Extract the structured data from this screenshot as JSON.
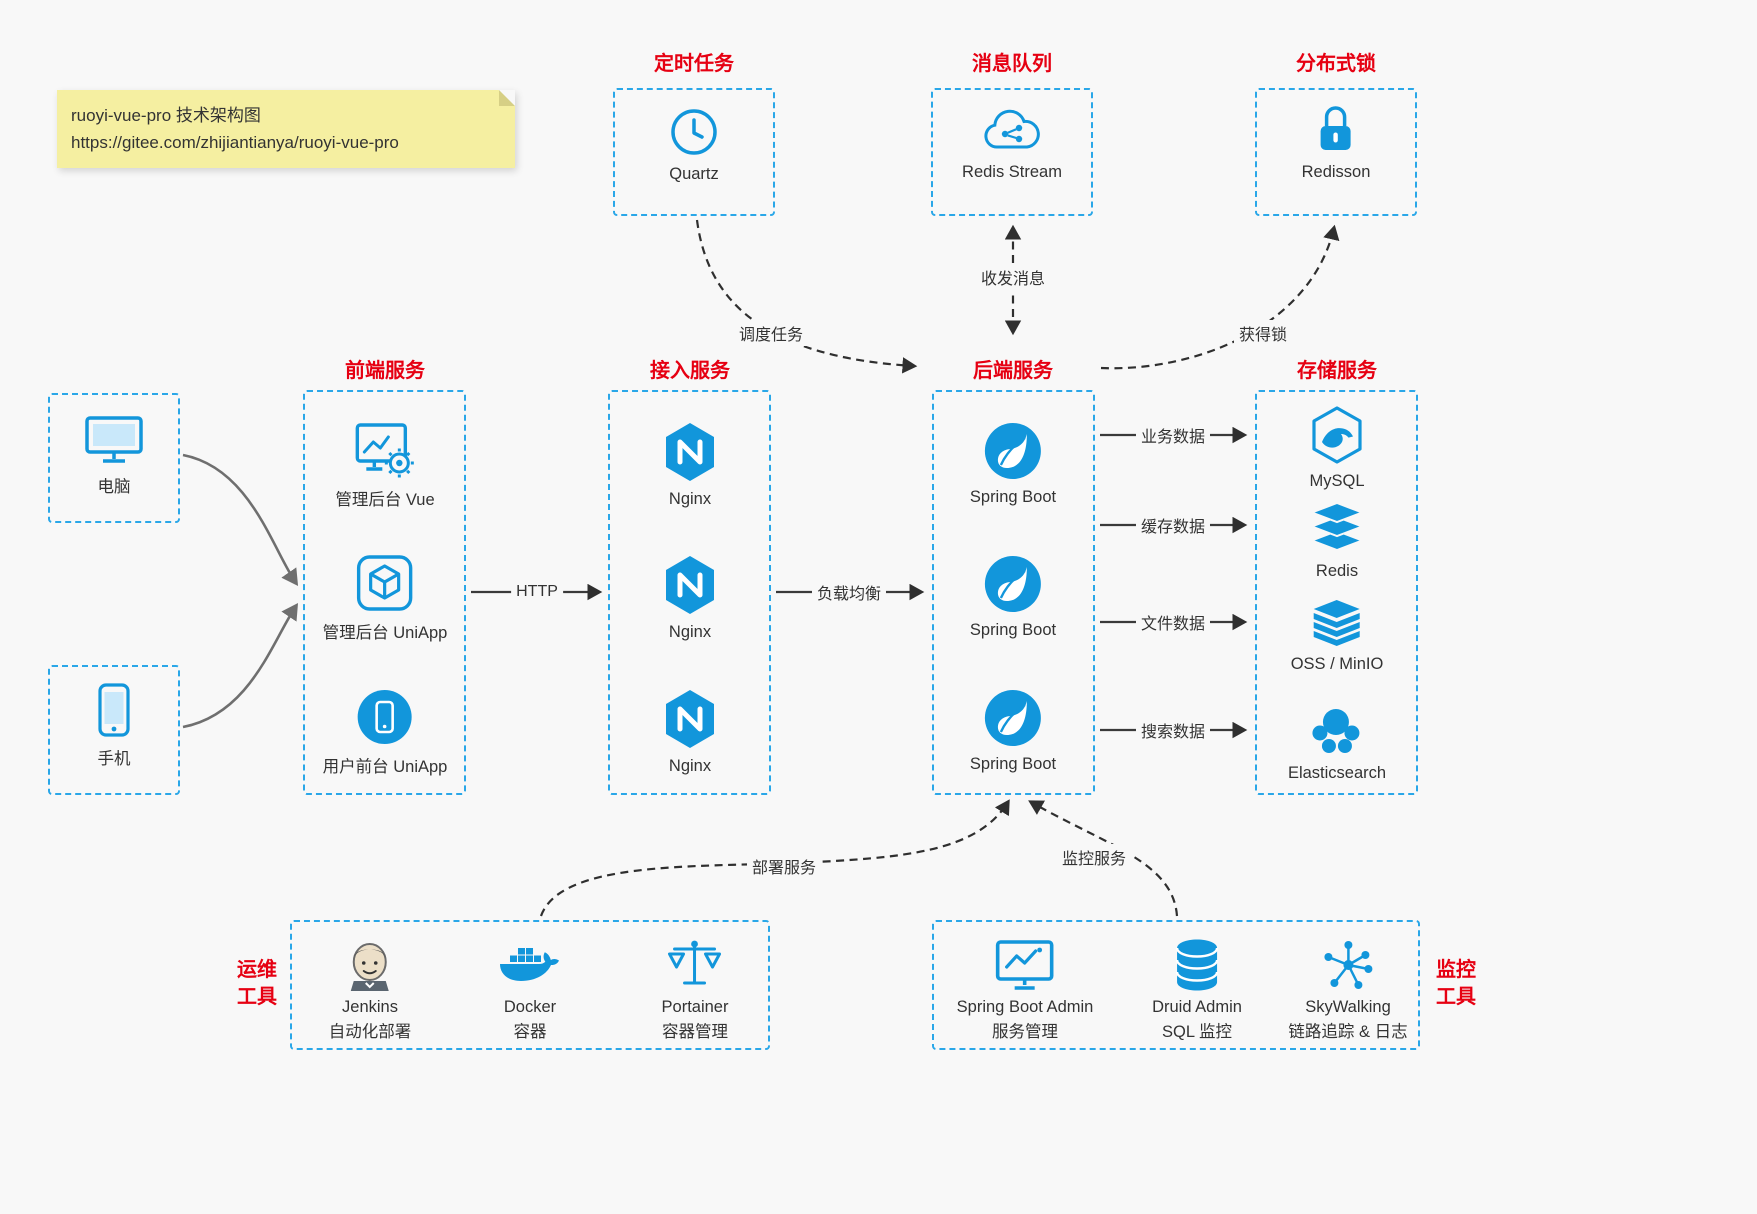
{
  "colors": {
    "accent": "#1296db",
    "box_border": "#2aa7e8",
    "title_red": "#e60012",
    "background": "#f8f8f8",
    "note_bg": "#f5efa1"
  },
  "note": {
    "line1": "ruoyi-vue-pro 技术架构图",
    "line2": "https://gitee.com/zhijiantianya/ruoyi-vue-pro"
  },
  "top_groups": [
    {
      "title": "定时任务",
      "icon": "clock-icon",
      "label": "Quartz"
    },
    {
      "title": "消息队列",
      "icon": "cloud-stream-icon",
      "label": "Redis Stream"
    },
    {
      "title": "分布式锁",
      "icon": "lock-icon",
      "label": "Redisson"
    }
  ],
  "clients": [
    {
      "icon": "desktop-icon",
      "label": "电脑"
    },
    {
      "icon": "smartphone-icon",
      "label": "手机"
    }
  ],
  "columns": [
    {
      "title": "前端服务",
      "items": [
        {
          "icon": "admin-vue-icon",
          "label": "管理后台 Vue"
        },
        {
          "icon": "uniapp-cube-icon",
          "label": "管理后台 UniApp"
        },
        {
          "icon": "user-app-icon",
          "label": "用户前台 UniApp"
        }
      ]
    },
    {
      "title": "接入服务",
      "items": [
        {
          "icon": "nginx-icon",
          "label": "Nginx"
        },
        {
          "icon": "nginx-icon",
          "label": "Nginx"
        },
        {
          "icon": "nginx-icon",
          "label": "Nginx"
        }
      ]
    },
    {
      "title": "后端服务",
      "items": [
        {
          "icon": "spring-boot-icon",
          "label": "Spring Boot"
        },
        {
          "icon": "spring-boot-icon",
          "label": "Spring Boot"
        },
        {
          "icon": "spring-boot-icon",
          "label": "Spring Boot"
        }
      ]
    },
    {
      "title": "存储服务",
      "items": [
        {
          "icon": "mysql-icon",
          "label": "MySQL"
        },
        {
          "icon": "redis-icon",
          "label": "Redis"
        },
        {
          "icon": "oss-minio-icon",
          "label": "OSS / MinIO"
        },
        {
          "icon": "elasticsearch-icon",
          "label": "Elasticsearch"
        }
      ]
    }
  ],
  "bottom_groups": [
    {
      "side": [
        "运维",
        "工具"
      ],
      "items": [
        {
          "icon": "jenkins-icon",
          "label": "Jenkins",
          "sublabel": "自动化部署"
        },
        {
          "icon": "docker-icon",
          "label": "Docker",
          "sublabel": "容器"
        },
        {
          "icon": "portainer-icon",
          "label": "Portainer",
          "sublabel": "容器管理"
        }
      ]
    },
    {
      "side": [
        "监控",
        "工具"
      ],
      "items": [
        {
          "icon": "spring-boot-admin-icon",
          "label": "Spring Boot Admin",
          "sublabel": "服务管理"
        },
        {
          "icon": "druid-icon",
          "label": "Druid Admin",
          "sublabel": "SQL 监控"
        },
        {
          "icon": "skywalking-icon",
          "label": "SkyWalking",
          "sublabel": "链路追踪 & 日志"
        }
      ]
    }
  ],
  "edges": {
    "http": "HTTP",
    "load_balance": "负载均衡",
    "schedule_task": "调度任务",
    "send_receive_message": "收发消息",
    "acquire_lock": "获得锁",
    "business_data": "业务数据",
    "cache_data": "缓存数据",
    "file_data": "文件数据",
    "search_data": "搜索数据",
    "deploy_service": "部署服务",
    "monitor_service": "监控服务"
  }
}
